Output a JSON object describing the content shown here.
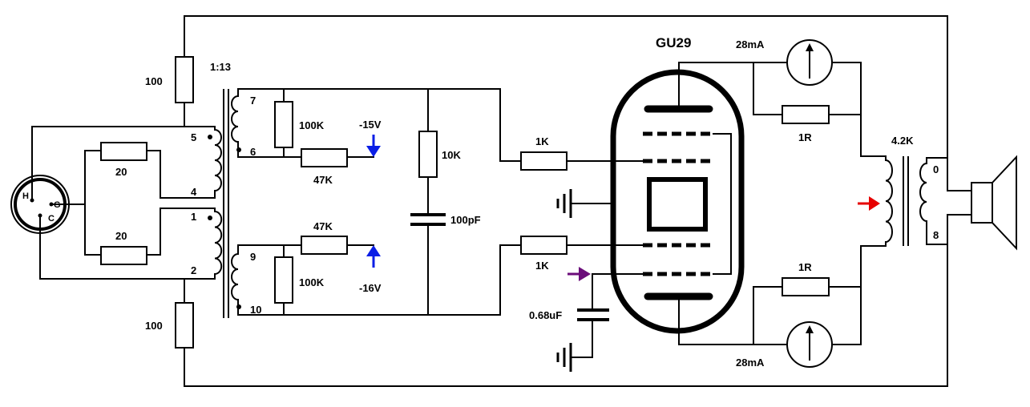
{
  "tube": {
    "name": "GU29"
  },
  "input_transformer": {
    "ratio": "1:13",
    "pins": {
      "p5": "5",
      "p4": "4",
      "p1": "1",
      "p2": "2",
      "p7": "7",
      "p6": "6",
      "p9": "9",
      "p10": "10"
    }
  },
  "xlr": {
    "hot": "H",
    "ground": "G",
    "cold": "C"
  },
  "resistors": {
    "top_feed": "100",
    "bottom_feed": "100",
    "in_term_top": "20",
    "in_term_bottom": "20",
    "grid_top_shunt": "100K",
    "grid_top_series": "47K",
    "grid_bottom_shunt": "100K",
    "grid_bottom_series": "47K",
    "bias_link": "10K",
    "grid_stop_top": "1K",
    "grid_stop_bottom": "1K",
    "sense_top": "1R",
    "sense_bottom": "1R"
  },
  "capacitors": {
    "grid_cap": "100pF",
    "screen_bypass": "0.68uF"
  },
  "bias": {
    "top": "-15V",
    "bottom": "-16V"
  },
  "meters": {
    "top": "28mA",
    "bottom": "28mA"
  },
  "output_transformer": {
    "impedance": "4.2K",
    "tap0": "0",
    "tap8": "8"
  },
  "colors": {
    "bias_arrow": "#0a1ee6",
    "b_plus_arrow": "#e60000",
    "screen_arrow": "#6b0d7a"
  },
  "icons": [
    "xlr-connector-icon",
    "ground-icon",
    "meter-icon",
    "speaker-icon"
  ]
}
